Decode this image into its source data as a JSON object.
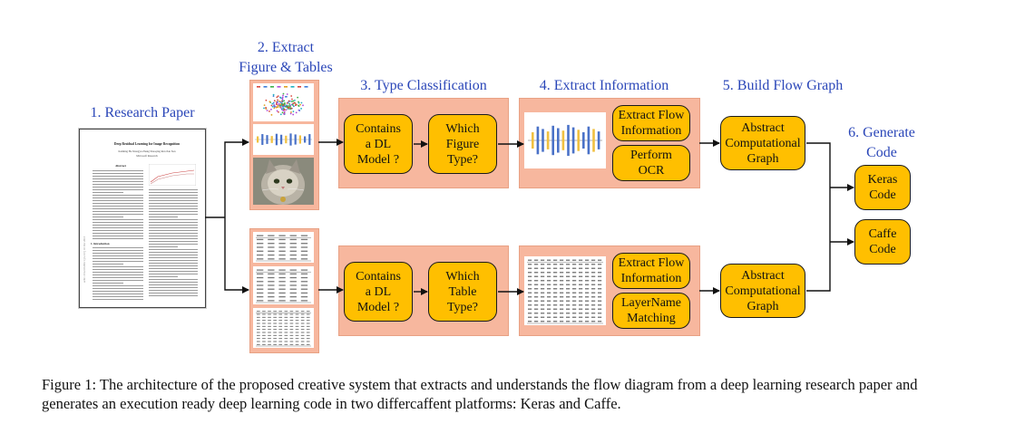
{
  "stages": {
    "s1": "1. Research Paper",
    "s2_line1": "2. Extract",
    "s2_line2": "Figure & Tables",
    "s3": "3. Type Classification",
    "s4": "4. Extract Information",
    "s5": "5. Build Flow Graph",
    "s6_line1": "6. Generate",
    "s6_line2": "Code"
  },
  "paper": {
    "title": "Deep Residual Learning for Image Recognition",
    "authors": "Kaiming He   Xiangyu Zhang   Shaoqing Ren   Jian Sun",
    "affiliation": "Microsoft Research",
    "section_abstract": "Abstract",
    "section_intro": "1. Introduction",
    "side_id": "arXiv:1512.03385v1  [cs.CV]  10 Dec 2015"
  },
  "top_row": {
    "classify": "Contains\na DL\nModel ?",
    "type": "Which\nFigure\nType?",
    "extract_flow": "Extract Flow\nInformation",
    "ocr": "Perform\nOCR",
    "graph": "Abstract\nComputational\nGraph"
  },
  "bottom_row": {
    "classify": "Contains\na DL\nModel ?",
    "type": "Which\nTable\nType?",
    "extract_flow": "Extract Flow\nInformation",
    "matching": "LayerName\nMatching",
    "graph": "Abstract\nComputational\nGraph"
  },
  "outputs": {
    "keras": "Keras\nCode",
    "caffe": "Caffe\nCode"
  },
  "caption": "Figure 1: The architecture of the proposed creative system that extracts and understands the flow diagram from a deep learning research paper and generates an execution ready deep learning code in two differcaffent platforms: Keras and Caffe.",
  "colors": {
    "stage_text": "#2a46b8",
    "panel": "#f7b79e",
    "box": "#ffbf00"
  }
}
